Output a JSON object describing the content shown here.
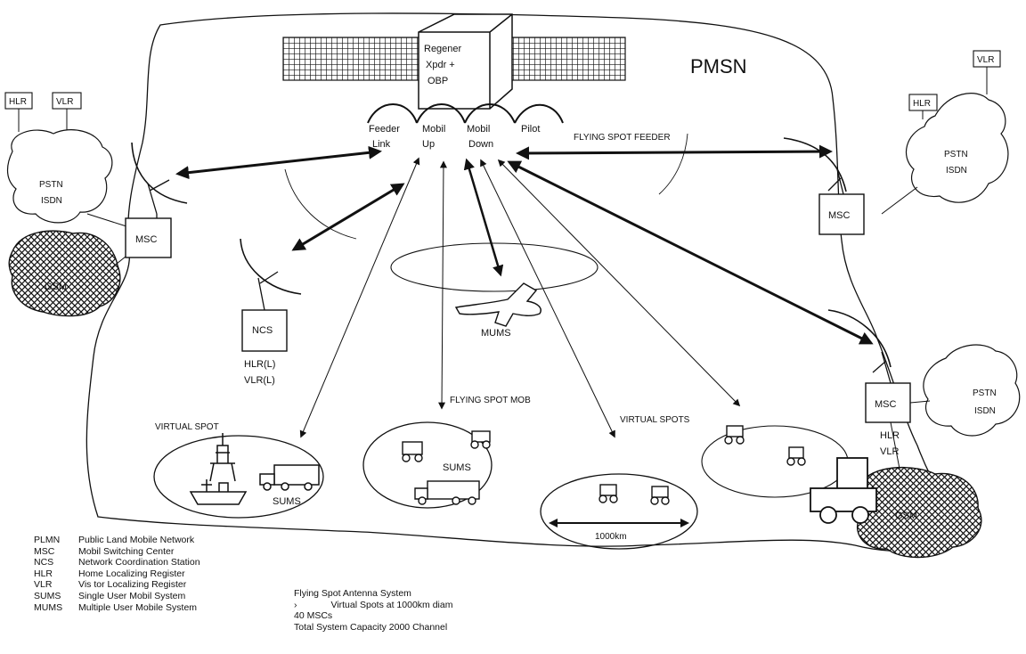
{
  "region_label": "PMSN",
  "satellite": {
    "label_lines": [
      "Regener",
      "Xpdr +",
      "OBP"
    ],
    "beams": [
      "Feeder",
      "Mobil",
      "Mobil",
      "Pilot"
    ],
    "beam_sub": [
      "Link",
      "Up",
      "Down"
    ]
  },
  "labels": {
    "flying_spot_feeder": "FLYING SPOT FEEDER",
    "flying_spot_mob": "FLYING SPOT MOB",
    "virtual_spot": "VIRTUAL SPOT",
    "virtual_spots": "VIRTUAL SPOTS",
    "mums": "MUMS",
    "sums_left": "SUMS",
    "sums_center": "SUMS",
    "distance": "1000km"
  },
  "nodes": {
    "hlr_left": "HLR",
    "vlr_left": "VLR",
    "pstn_left": [
      "PSTN",
      "ISDN"
    ],
    "msc_left": "MSC",
    "gsm_left": "GSM",
    "ncs": "NCS",
    "ncs_sub": [
      "HLR(L)",
      "VLR(L)"
    ],
    "vlr_right": "VLR",
    "hlr_right": "HLR",
    "pstn_right_top": [
      "PSTN",
      "ISDN"
    ],
    "msc_right_top": "MSC",
    "msc_right_bottom": "MSC",
    "pstn_right_bottom": [
      "PSTN",
      "ISDN"
    ],
    "msc_right_bottom_sub": [
      "HLR",
      "VLR"
    ],
    "gsm_right": "GSM"
  },
  "legend": [
    {
      "abbr": "PLMN",
      "text": "Public Land Mobile Network"
    },
    {
      "abbr": "MSC",
      "text": "Mobil Switching Center"
    },
    {
      "abbr": "NCS",
      "text": "Network Coordination Station"
    },
    {
      "abbr": "HLR",
      "text": "Home Localizing Register"
    },
    {
      "abbr": "VLR",
      "text": "Vis tor Localizing Register"
    },
    {
      "abbr": "SUMS",
      "text": "Single User Mobil System"
    },
    {
      "abbr": "MUMS",
      "text": "Multiple User Mobile System"
    }
  ],
  "notes": [
    "Flying Spot Antenna System",
    "Virtual Spots at 1000km diam",
    "40 MSCs",
    "Total System Capacity  2000 Channel"
  ],
  "notes_bullet": "›"
}
